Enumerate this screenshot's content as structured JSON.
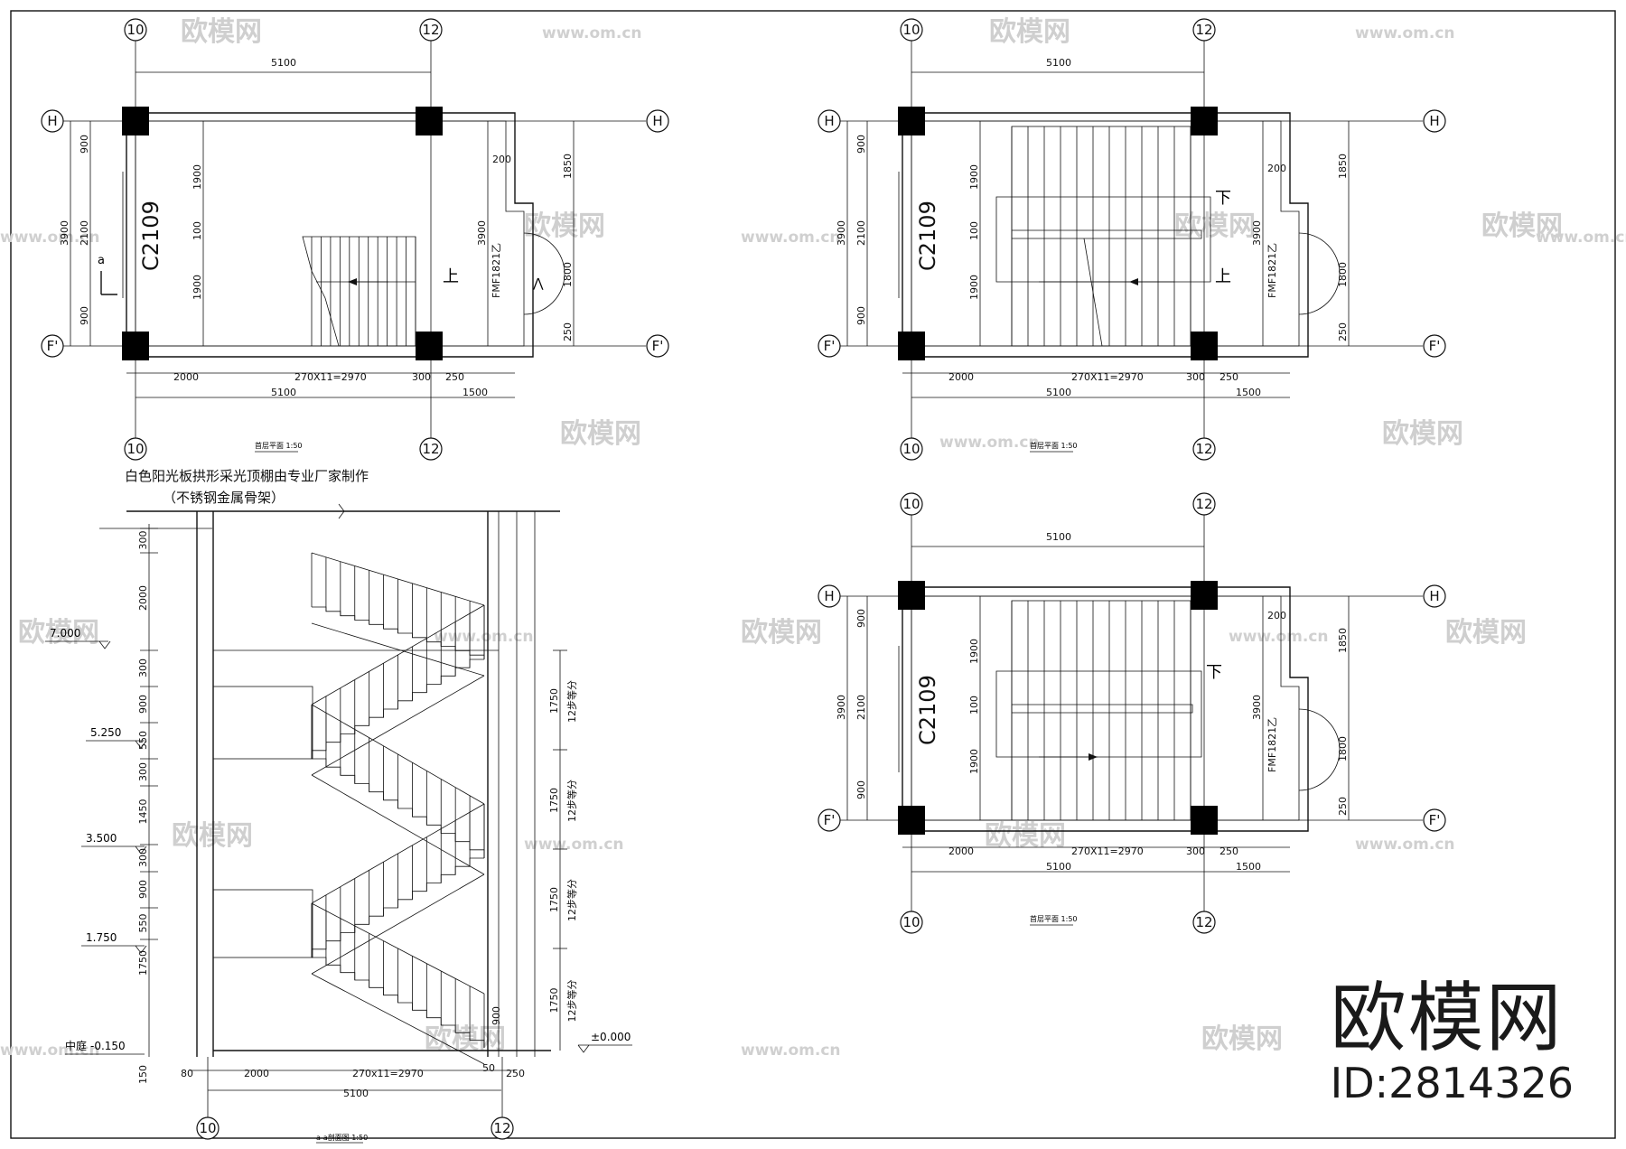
{
  "grid_bubbles": {
    "col10": "10",
    "col12": "12",
    "rowH": "H",
    "rowF": "F'"
  },
  "plans": [
    {
      "id": "plan-1",
      "dims": {
        "top": "5100",
        "bottom_total": "5100",
        "b1": "2000",
        "b2": "270X11=2970",
        "b3": "300",
        "b4": "250",
        "b5": "1500",
        "left1": "900",
        "left2": "2100",
        "left3": "900",
        "left_total": "3900",
        "inner1": "1900",
        "inner2": "100",
        "inner3": "1900",
        "right1": "1850",
        "right2": "1800",
        "right3": "250",
        "right_total": "3900",
        "wall": "200"
      },
      "window_label": "C2109",
      "door_label": "FMF1821乙",
      "up_label": "上",
      "section_mark": "a",
      "caption": "首层平面 1:50"
    },
    {
      "id": "plan-2",
      "dims": {
        "top": "5100",
        "bottom_total": "5100",
        "b1": "2000",
        "b2": "270X11=2970",
        "b3": "300",
        "b4": "250",
        "b5": "1500",
        "left1": "900",
        "left2": "2100",
        "left3": "900",
        "left_total": "3900",
        "inner1": "1900",
        "inner2": "100",
        "inner3": "1900",
        "right1": "1850",
        "right2": "1800",
        "right3": "250",
        "right_total": "3900",
        "wall": "200"
      },
      "window_label": "C2109",
      "door_label": "FMF1821乙",
      "up_label": "上",
      "down_label": "下",
      "caption": "首层平面 1:50"
    },
    {
      "id": "plan-3",
      "dims": {
        "top": "5100",
        "bottom_total": "5100",
        "b1": "2000",
        "b2": "270X11=2970",
        "b3": "300",
        "b4": "250",
        "b5": "1500",
        "left1": "900",
        "left2": "2100",
        "left3": "900",
        "left_total": "3900",
        "inner1": "1900",
        "inner2": "100",
        "inner3": "1900",
        "right1": "1850",
        "right2": "1800",
        "right3": "250",
        "right_total": "3900",
        "wall": "200"
      },
      "window_label": "C2109",
      "door_label": "FMF1821乙",
      "down_label": "下",
      "caption": "首层平面 1:50"
    }
  ],
  "section": {
    "note_line1": "白色阳光板拱形采光顶棚由专业厂家制作",
    "note_line2": "（不锈钢金属骨架）",
    "levels": [
      "7.000",
      "5.250",
      "3.500",
      "1.750",
      "-0.150",
      "±0.000"
    ],
    "ground_label": "中庭",
    "left_dims": [
      "300",
      "2000",
      "300",
      "900",
      "550",
      "300",
      "1450",
      "300",
      "900",
      "550",
      "1750",
      "150"
    ],
    "right_flights": [
      "1750",
      "1750",
      "1750",
      "1750"
    ],
    "flight_note": "12步等分",
    "bottom_dims": {
      "d1": "80",
      "d2": "2000",
      "d3": "270x11=2970",
      "d4": "50",
      "d5": "250",
      "total": "5100",
      "d6": "900"
    },
    "caption": "a-a剖面图 1:50"
  },
  "watermark": {
    "logo_text": "欧模网",
    "url_text": "www.om.cn"
  },
  "brand": {
    "name": "欧模网",
    "id_text": "ID:2814326"
  }
}
